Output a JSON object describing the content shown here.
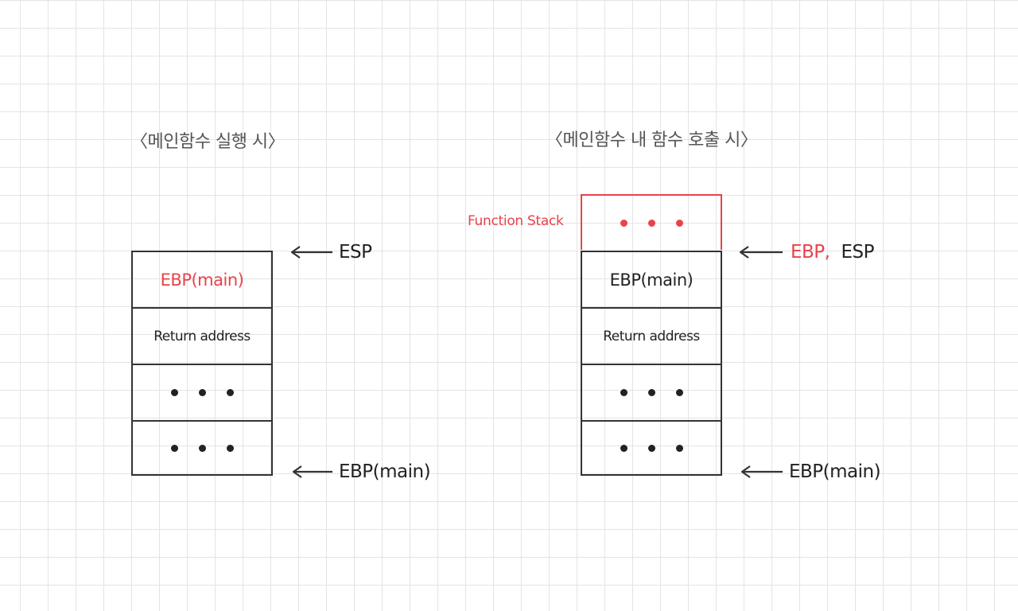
{
  "left": {
    "heading": "〈메인함수 실행 시〉",
    "stack": {
      "ebp_cell": "EBP(main)",
      "return_cell": "Return address"
    },
    "pointers": {
      "top": "ESP",
      "bottom": "EBP(main)"
    }
  },
  "right": {
    "heading": "〈메인함수 내 함수 호출 시〉",
    "function_stack_label": "Function Stack",
    "stack": {
      "ebp_cell": "EBP(main)",
      "return_cell": "Return address"
    },
    "pointers": {
      "top_ebp": "EBP,",
      "top_esp": "ESP",
      "bottom": "EBP(main)"
    }
  },
  "colors": {
    "highlight": "#e8434a",
    "line": "#333333",
    "grid": "#e4e4e4"
  }
}
